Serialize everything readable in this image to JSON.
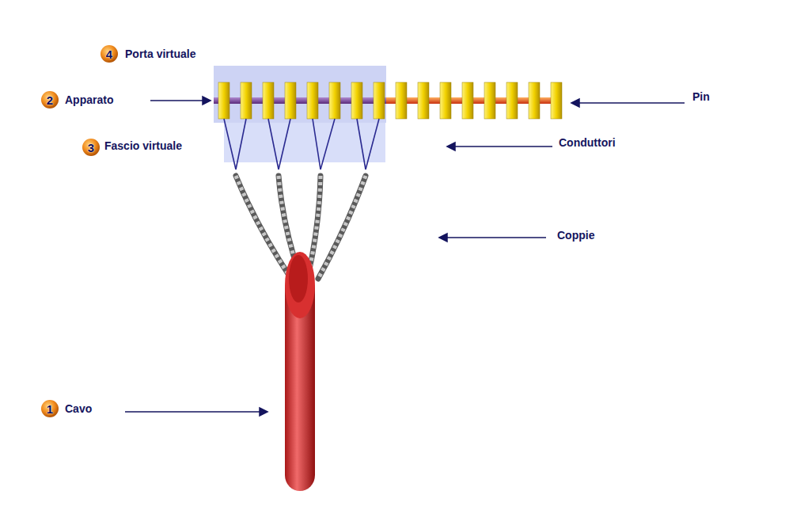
{
  "diagram": {
    "labels": [
      "4",
      "Porta virtuale",
      "2",
      "Apparato",
      "Pin",
      "3",
      "Fascio virtuale",
      "Conduttori",
      "Coppie",
      "1",
      "Cavo"
    ]
  }
}
